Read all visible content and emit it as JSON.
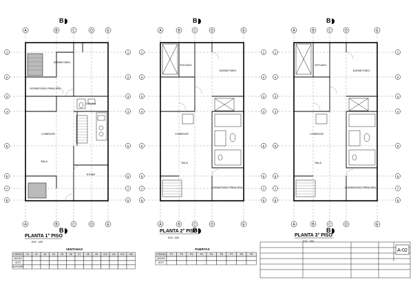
{
  "title_block": {
    "sheet_code": "A-02"
  },
  "plans": [
    {
      "title": "PLANTA 1° PISO",
      "scale": "ESC: 1/50",
      "col_axes": [
        "A",
        "B",
        "C",
        "D",
        "E"
      ],
      "rooms": [
        {
          "name": "DORMITORIO"
        },
        {
          "name": "DORMITORIO PRINCIPAL"
        },
        {
          "name": "COCINA"
        },
        {
          "name": "COMEDOR"
        },
        {
          "name": "SALA"
        },
        {
          "name": "ESTAR"
        }
      ]
    },
    {
      "title": "PLANTA 2° PISO",
      "scale": "ESC: 1/50",
      "col_axes": [
        "A",
        "B",
        "C",
        "D",
        "E"
      ],
      "rooms": [
        {
          "name": "ESTUDIO"
        },
        {
          "name": "DORMITORIO"
        },
        {
          "name": "COMEDOR"
        },
        {
          "name": "SALA"
        },
        {
          "name": "DORMITORIO PRINCIPAL"
        }
      ]
    },
    {
      "title": "PLANTA 3° PISO",
      "scale": "ESC: 1/50",
      "col_axes": [
        "A",
        "B",
        "C",
        "D",
        "E"
      ],
      "rooms": [
        {
          "name": "ESTUDIO"
        },
        {
          "name": "DORMITORIO"
        },
        {
          "name": "COMEDOR"
        },
        {
          "name": "SALA"
        },
        {
          "name": "DORMITORIO PRINCIPAL"
        }
      ]
    }
  ],
  "section_marks": [
    "B",
    "B",
    "B",
    "B",
    "B",
    "B"
  ],
  "row_axes": [
    "1",
    "2",
    "3",
    "4",
    "5",
    "6",
    "7",
    "8"
  ],
  "tables": {
    "windows": {
      "title": "VENTANAS",
      "headers": [
        "CODIGO",
        "V1",
        "V2",
        "V3",
        "V4",
        "V5",
        "V6",
        "V7",
        "V8",
        "V9",
        "V10",
        "V11",
        "V12",
        "V13"
      ],
      "rows": [
        [
          "ANCHO",
          "",
          "",
          "",
          "",
          "",
          "",
          "",
          "",
          "",
          "",
          "",
          "",
          ""
        ],
        [
          "ALTO",
          "",
          "",
          "",
          "",
          "",
          "",
          "",
          "",
          "",
          "",
          "",
          "",
          ""
        ],
        [
          "ALFEIZAR",
          "",
          "",
          "",
          "",
          "",
          "",
          "",
          "",
          "",
          "",
          "",
          "",
          ""
        ]
      ]
    },
    "doors": {
      "title": "PUERTAS",
      "headers": [
        "CODIGO",
        "P1",
        "P2",
        "P3",
        "P4",
        "P5",
        "P6",
        "P7",
        "P8",
        "P9"
      ],
      "rows": [
        [
          "ANCHO",
          "",
          "",
          "",
          "",
          "",
          "",
          "",
          "",
          ""
        ],
        [
          "ALTO",
          "",
          "",
          "",
          "",
          "",
          "",
          "",
          "",
          ""
        ]
      ]
    }
  }
}
